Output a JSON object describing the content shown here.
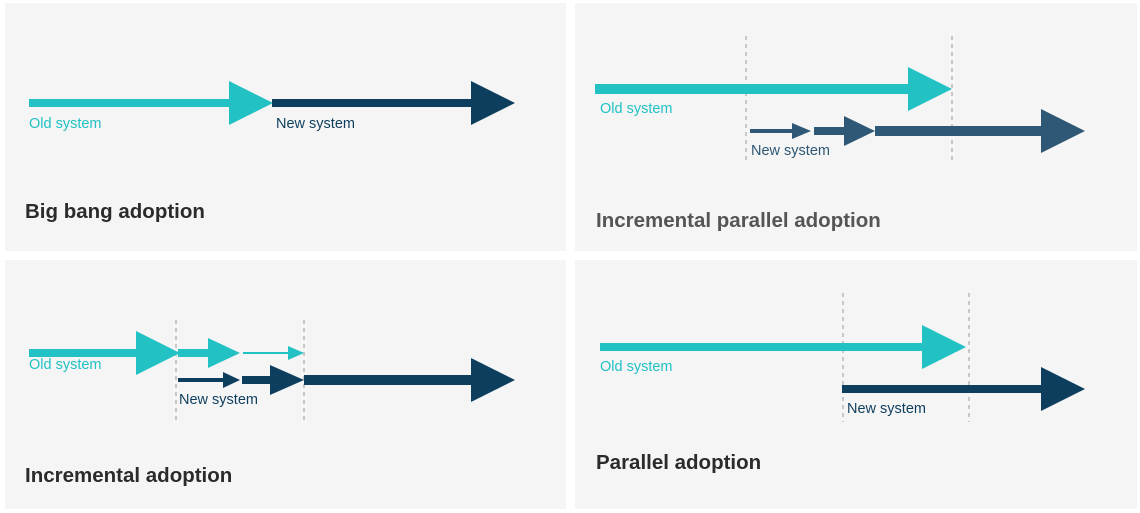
{
  "colors": {
    "old_system": "#21c1c4",
    "new_system": "#0e3e5e",
    "new_system_alt": "#2e5875",
    "divider": "#9a9a9a",
    "panel_bg": "#f5f5f5"
  },
  "panels": {
    "big_bang": {
      "title": "Big bang adoption",
      "old_label": "Old system",
      "new_label": "New system"
    },
    "incremental_parallel": {
      "title": "Incremental parallel adoption",
      "old_label": "Old system",
      "new_label": "New system"
    },
    "incremental": {
      "title": "Incremental adoption",
      "old_label": "Old system",
      "new_label": "New system"
    },
    "parallel": {
      "title": "Parallel adoption",
      "old_label": "Old system",
      "new_label": "New system"
    }
  }
}
